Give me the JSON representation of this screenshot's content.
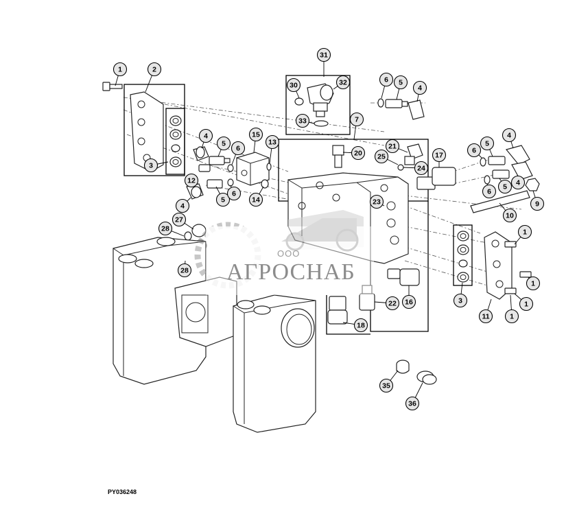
{
  "reference": "PY036248",
  "watermark": {
    "company": "ООО",
    "brand": "АГРОСНАБ"
  },
  "callouts": [
    {
      "id": "c1a",
      "label": "1"
    },
    {
      "id": "c2",
      "label": "2"
    },
    {
      "id": "c31",
      "label": "31"
    },
    {
      "id": "c30",
      "label": "30"
    },
    {
      "id": "c32",
      "label": "32"
    },
    {
      "id": "c33",
      "label": "33"
    },
    {
      "id": "c6a",
      "label": "6"
    },
    {
      "id": "c5a",
      "label": "5"
    },
    {
      "id": "c4a",
      "label": "4"
    },
    {
      "id": "c7",
      "label": "7"
    },
    {
      "id": "c4b",
      "label": "4"
    },
    {
      "id": "c5b",
      "label": "5"
    },
    {
      "id": "c6b",
      "label": "6"
    },
    {
      "id": "c15",
      "label": "15"
    },
    {
      "id": "c13",
      "label": "13"
    },
    {
      "id": "c20",
      "label": "20"
    },
    {
      "id": "c21",
      "label": "21"
    },
    {
      "id": "c25",
      "label": "25"
    },
    {
      "id": "c24",
      "label": "24"
    },
    {
      "id": "c17",
      "label": "17"
    },
    {
      "id": "c6c",
      "label": "6"
    },
    {
      "id": "c5c",
      "label": "5"
    },
    {
      "id": "c4c",
      "label": "4"
    },
    {
      "id": "c3a",
      "label": "3"
    },
    {
      "id": "c12",
      "label": "12"
    },
    {
      "id": "c5d",
      "label": "5"
    },
    {
      "id": "c6d",
      "label": "6"
    },
    {
      "id": "c14",
      "label": "14"
    },
    {
      "id": "c4d",
      "label": "4"
    },
    {
      "id": "c6e",
      "label": "6"
    },
    {
      "id": "c5e",
      "label": "5"
    },
    {
      "id": "c4e",
      "label": "4"
    },
    {
      "id": "c9",
      "label": "9"
    },
    {
      "id": "c10",
      "label": "10"
    },
    {
      "id": "c23",
      "label": "23"
    },
    {
      "id": "c27",
      "label": "27"
    },
    {
      "id": "c28a",
      "label": "28"
    },
    {
      "id": "c28b",
      "label": "28"
    },
    {
      "id": "c1b",
      "label": "1"
    },
    {
      "id": "c3b",
      "label": "3"
    },
    {
      "id": "c1c",
      "label": "1"
    },
    {
      "id": "c1d",
      "label": "1"
    },
    {
      "id": "c1e",
      "label": "1"
    },
    {
      "id": "c11",
      "label": "11"
    },
    {
      "id": "c22",
      "label": "22"
    },
    {
      "id": "c16",
      "label": "16"
    },
    {
      "id": "c18",
      "label": "18"
    },
    {
      "id": "c35",
      "label": "35"
    },
    {
      "id": "c36",
      "label": "36"
    }
  ]
}
